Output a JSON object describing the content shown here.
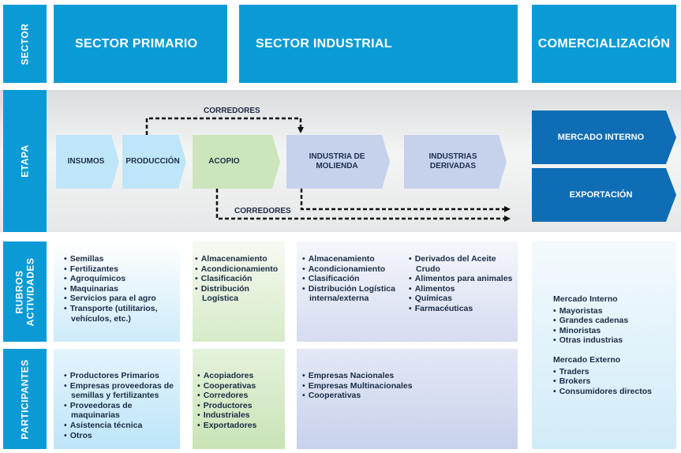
{
  "header": {
    "sector_label": "SECTOR",
    "primario": "SECTOR PRIMARIO",
    "industrial": "SECTOR INDUSTRIAL",
    "comercializacion": "COMERCIALIZACIÓN"
  },
  "rows": {
    "etapa": "ETAPA",
    "rubros_line1": "RUBROS",
    "rubros_line2": "ACTIVIDADES",
    "participantes": "PARTICIPANTES"
  },
  "etapa": {
    "corredores_top": "CORREDORES",
    "corredores_bottom": "CORREDORES",
    "stages": {
      "insumos": "INSUMOS",
      "produccion": "PRODUCCIÓN",
      "acopio": "ACOPIO",
      "molienda_1": "INDUSTRIA DE",
      "molienda_2": "MOLIENDA",
      "derivadas_1": "INDUSTRIAS",
      "derivadas_2": "DERIVADAS"
    },
    "mercado_interno": "MERCADO INTERNO",
    "exportacion": "EXPORTACIÓN",
    "colors": {
      "light_blue": "#bfe6f8",
      "green": "#cde5bc",
      "lavender": "#c6d1ec",
      "dark_blue": "#0f6db5",
      "header_blue": "#0a9bd6"
    }
  },
  "rubros": {
    "primario": [
      "Semillas",
      "Fertilizantes",
      "Agroquímicos",
      "Maquinarias",
      "Servicios para el agro",
      "Transporte (utilitarios, vehículos, etc.)"
    ],
    "acopio": [
      "Almacenamiento",
      "Acondicionamiento",
      "Clasificación",
      "Distribución Logística"
    ],
    "industrial_a": [
      "Almacenamiento",
      "Acondicionamiento",
      "Clasificación",
      "Distribución Logística interna/externa"
    ],
    "industrial_b": [
      "Derivados del Aceite Crudo",
      "Alimentos para animales",
      "Alimentos",
      "Químicas",
      "Farmacéuticas"
    ]
  },
  "participantes": {
    "primario": [
      "Productores Primarios",
      "Empresas proveedoras de semillas y fertilizantes",
      "Proveedoras de maquinarias",
      "Asistencia técnica",
      "Otros"
    ],
    "acopio": [
      "Acopiadores",
      "Cooperativas",
      "Corredores",
      "Productores",
      "Industriales",
      "Exportadores"
    ],
    "industrial": [
      "Empresas Nacionales",
      "Empresas Multinacionales",
      "Cooperativas"
    ]
  },
  "comercializacion": {
    "interno_title": "Mercado Interno",
    "interno": [
      "Mayoristas",
      "Grandes cadenas",
      "Minoristas",
      "Otras industrias"
    ],
    "externo_title": "Mercado Externo",
    "externo": [
      "Traders",
      "Brokers",
      "Consumidores directos"
    ]
  }
}
